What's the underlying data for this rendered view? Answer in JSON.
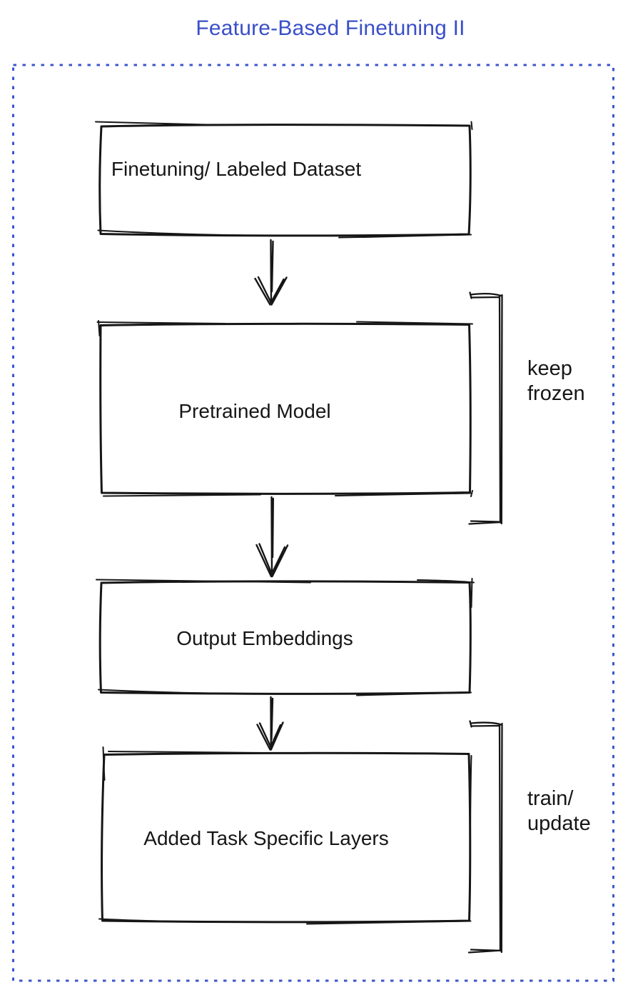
{
  "title": {
    "text": "Feature-Based Finetuning II"
  },
  "colors": {
    "title_blue": "#3a4fc8",
    "border_blue": "#3c55cc",
    "ink": "#161616",
    "box_gray": "#8a9098",
    "box_blue": "#4a6dee",
    "box_green": "#3fbc58"
  },
  "boxes": [
    {
      "label": "Finetuning/ Labeled Dataset",
      "fill": "#8a9098"
    },
    {
      "label": "Pretrained Model",
      "fill": "#4a6dee"
    },
    {
      "label": "Output Embeddings",
      "fill": "#8a9098"
    },
    {
      "label": "Added Task Specific Layers",
      "fill": "#3fbc58"
    }
  ],
  "annotations": [
    {
      "label": "keep frozen"
    },
    {
      "label": "train/ update"
    }
  ]
}
